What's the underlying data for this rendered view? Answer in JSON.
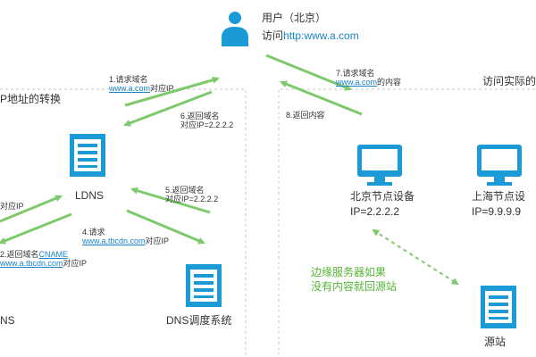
{
  "colors": {
    "icon_blue": "#1b9ad8",
    "arrow_green": "#7dc96b",
    "dash_gray": "#c8c8c8",
    "link_blue": "#1a84c6",
    "note_green": "#55b335"
  },
  "icons": {
    "user": "user-icon",
    "server": "server-icon",
    "monitor": "monitor-icon"
  },
  "header": {
    "user_label": "用户（北京）",
    "visit_prefix": "访问",
    "visit_url": "http:www.a.com"
  },
  "left_region": {
    "title": "P地址的转换"
  },
  "right_region": {
    "title": "访问实际的"
  },
  "steps": {
    "s1_title": "1.请求域名",
    "s1_link": "www.a.com",
    "s1_suffix": "对应IP",
    "s6_title": "6.返回域名",
    "s6_value": "对应IP=2.2.2.2",
    "s5_title": "5.返回域名",
    "s5_value": "对应IP=2.2.2.2",
    "s4_title": "4.请求",
    "s4_link": "www.a.tbcdn.com",
    "s4_suffix": "对应IP",
    "s3_text": "对应IP",
    "s2_title": "2.返回域名",
    "s2_link": "CNAME",
    "s2_link2": "www.a.tbcdn.com",
    "s2_suffix": "对应IP",
    "s7_title": "7.请求域名",
    "s7_link": "www.a.com",
    "s7_suffix": "的内容",
    "s8_title": "8.返回内容"
  },
  "nodes": {
    "ldns": "LDNS",
    "dns_scheduler": "DNS调度系统",
    "partial_dns": "NS",
    "beijing_name": "北京节点设备",
    "beijing_ip": "IP=2.2.2.2",
    "shanghai_name": "上海节点设",
    "shanghai_ip": "IP=9.9.9.9",
    "origin": "源站"
  },
  "notes": {
    "edge_line1": "边缘服务器如果",
    "edge_line2": "没有内容就回源站"
  }
}
